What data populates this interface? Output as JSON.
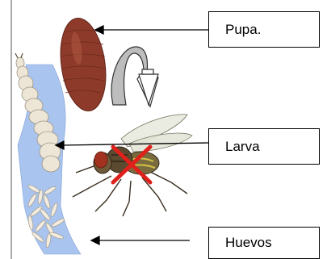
{
  "labels": {
    "pupa": "Pupa.",
    "larva": "Larva",
    "huevos": "Huevos"
  },
  "colors": {
    "band": "#a9c4ee",
    "pupa": "#8e3a2a",
    "larva": "#ede5d6",
    "eggs": "#f2ece0",
    "cross": "#e0201a",
    "fly_body": "#5b4a30",
    "fly_eye": "#a2321f",
    "cycle_arrow": "#bdbdbd"
  },
  "icons": {
    "cycle": "curved-arrow-icon",
    "cross": "red-x-icon",
    "pointer": "left-arrow-icon"
  }
}
